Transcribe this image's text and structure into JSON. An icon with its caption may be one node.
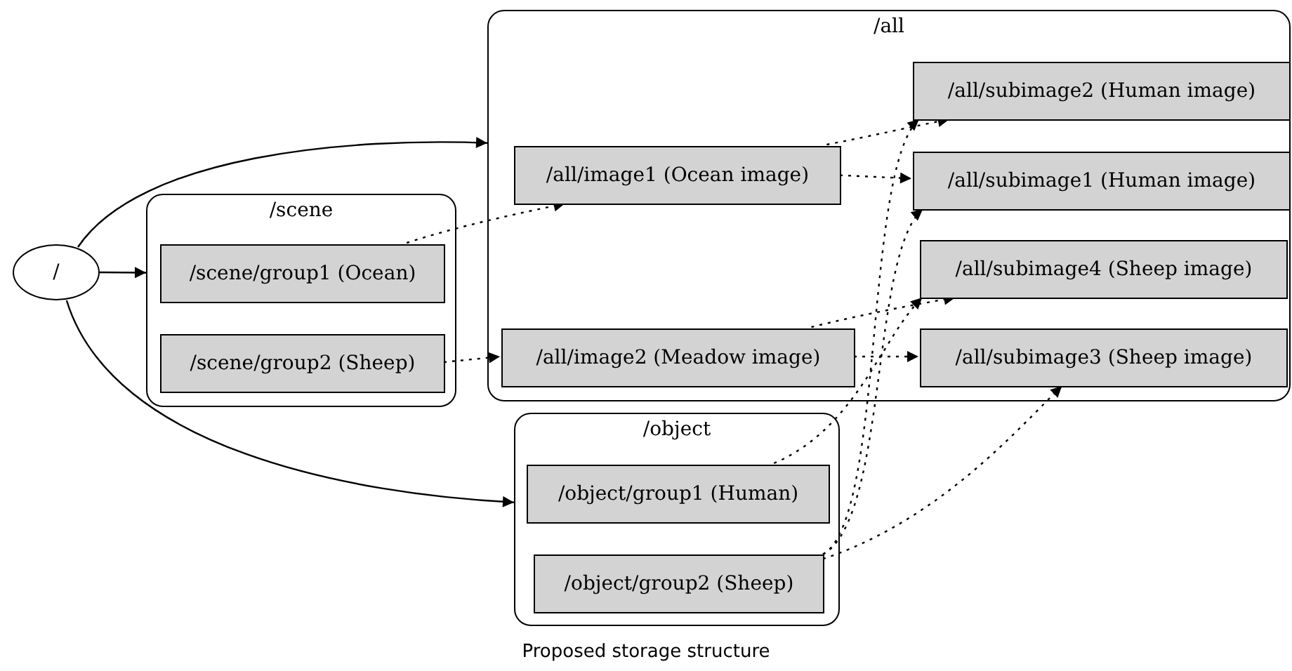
{
  "diagram": {
    "caption": "Proposed storage structure",
    "nodes": [
      {
        "text": [
          "/"
        ]
      },
      {
        "text": [
          "/all"
        ]
      },
      {
        "text": [
          "/all/subimage2 (Human image)"
        ],
        "in": 1
      },
      {
        "text": [
          "/all/image1 (Ocean image)"
        ],
        "in": 1
      },
      {
        "text": [
          "/all/subimage1 (Human image)"
        ],
        "in": 1
      },
      {
        "text": [
          "/all/subimage4 (Sheep image)"
        ],
        "in": 1
      },
      {
        "text": [
          "/all/image2 (Meadow image)"
        ],
        "in": 1
      },
      {
        "text": [
          "/all/subimage3 (Sheep image)"
        ],
        "in": 1
      },
      {
        "text": [
          "/scene"
        ]
      },
      {
        "text": [
          "/scene/group1 (Ocean)"
        ],
        "in": 8
      },
      {
        "text": [
          "/scene/group2 (Sheep)"
        ],
        "in": 8
      },
      {
        "text": [
          "/object"
        ]
      },
      {
        "text": [
          "/object/group1 (Human)"
        ],
        "in": 11
      },
      {
        "text": [
          "/object/group2 (Sheep)"
        ],
        "in": 11
      }
    ],
    "edges": [
      {
        "from": 0,
        "to": 1,
        "arrow": "to"
      },
      {
        "from": 0,
        "to": 8,
        "arrow": "to"
      },
      {
        "from": 0,
        "to": 11,
        "arrow": "to"
      },
      {
        "from": 9,
        "to": 3,
        "arrow": "to",
        "style": "dashed"
      },
      {
        "from": 10,
        "to": 6,
        "arrow": "to",
        "style": "dashed"
      },
      {
        "from": 3,
        "to": 2,
        "arrow": "to",
        "style": "dashed"
      },
      {
        "from": 3,
        "to": 4,
        "arrow": "to",
        "style": "dashed"
      },
      {
        "from": 6,
        "to": 5,
        "arrow": "to",
        "style": "dashed"
      },
      {
        "from": 6,
        "to": 7,
        "arrow": "to",
        "style": "dashed"
      },
      {
        "from": 12,
        "to": 5,
        "arrow": "to",
        "style": "dashed"
      },
      {
        "from": 13,
        "to": 2,
        "arrow": "to",
        "style": "dashed"
      },
      {
        "from": 13,
        "to": 4,
        "arrow": "to",
        "style": "dashed"
      },
      {
        "from": 13,
        "to": 7,
        "arrow": "to",
        "style": "dashed"
      }
    ]
  }
}
